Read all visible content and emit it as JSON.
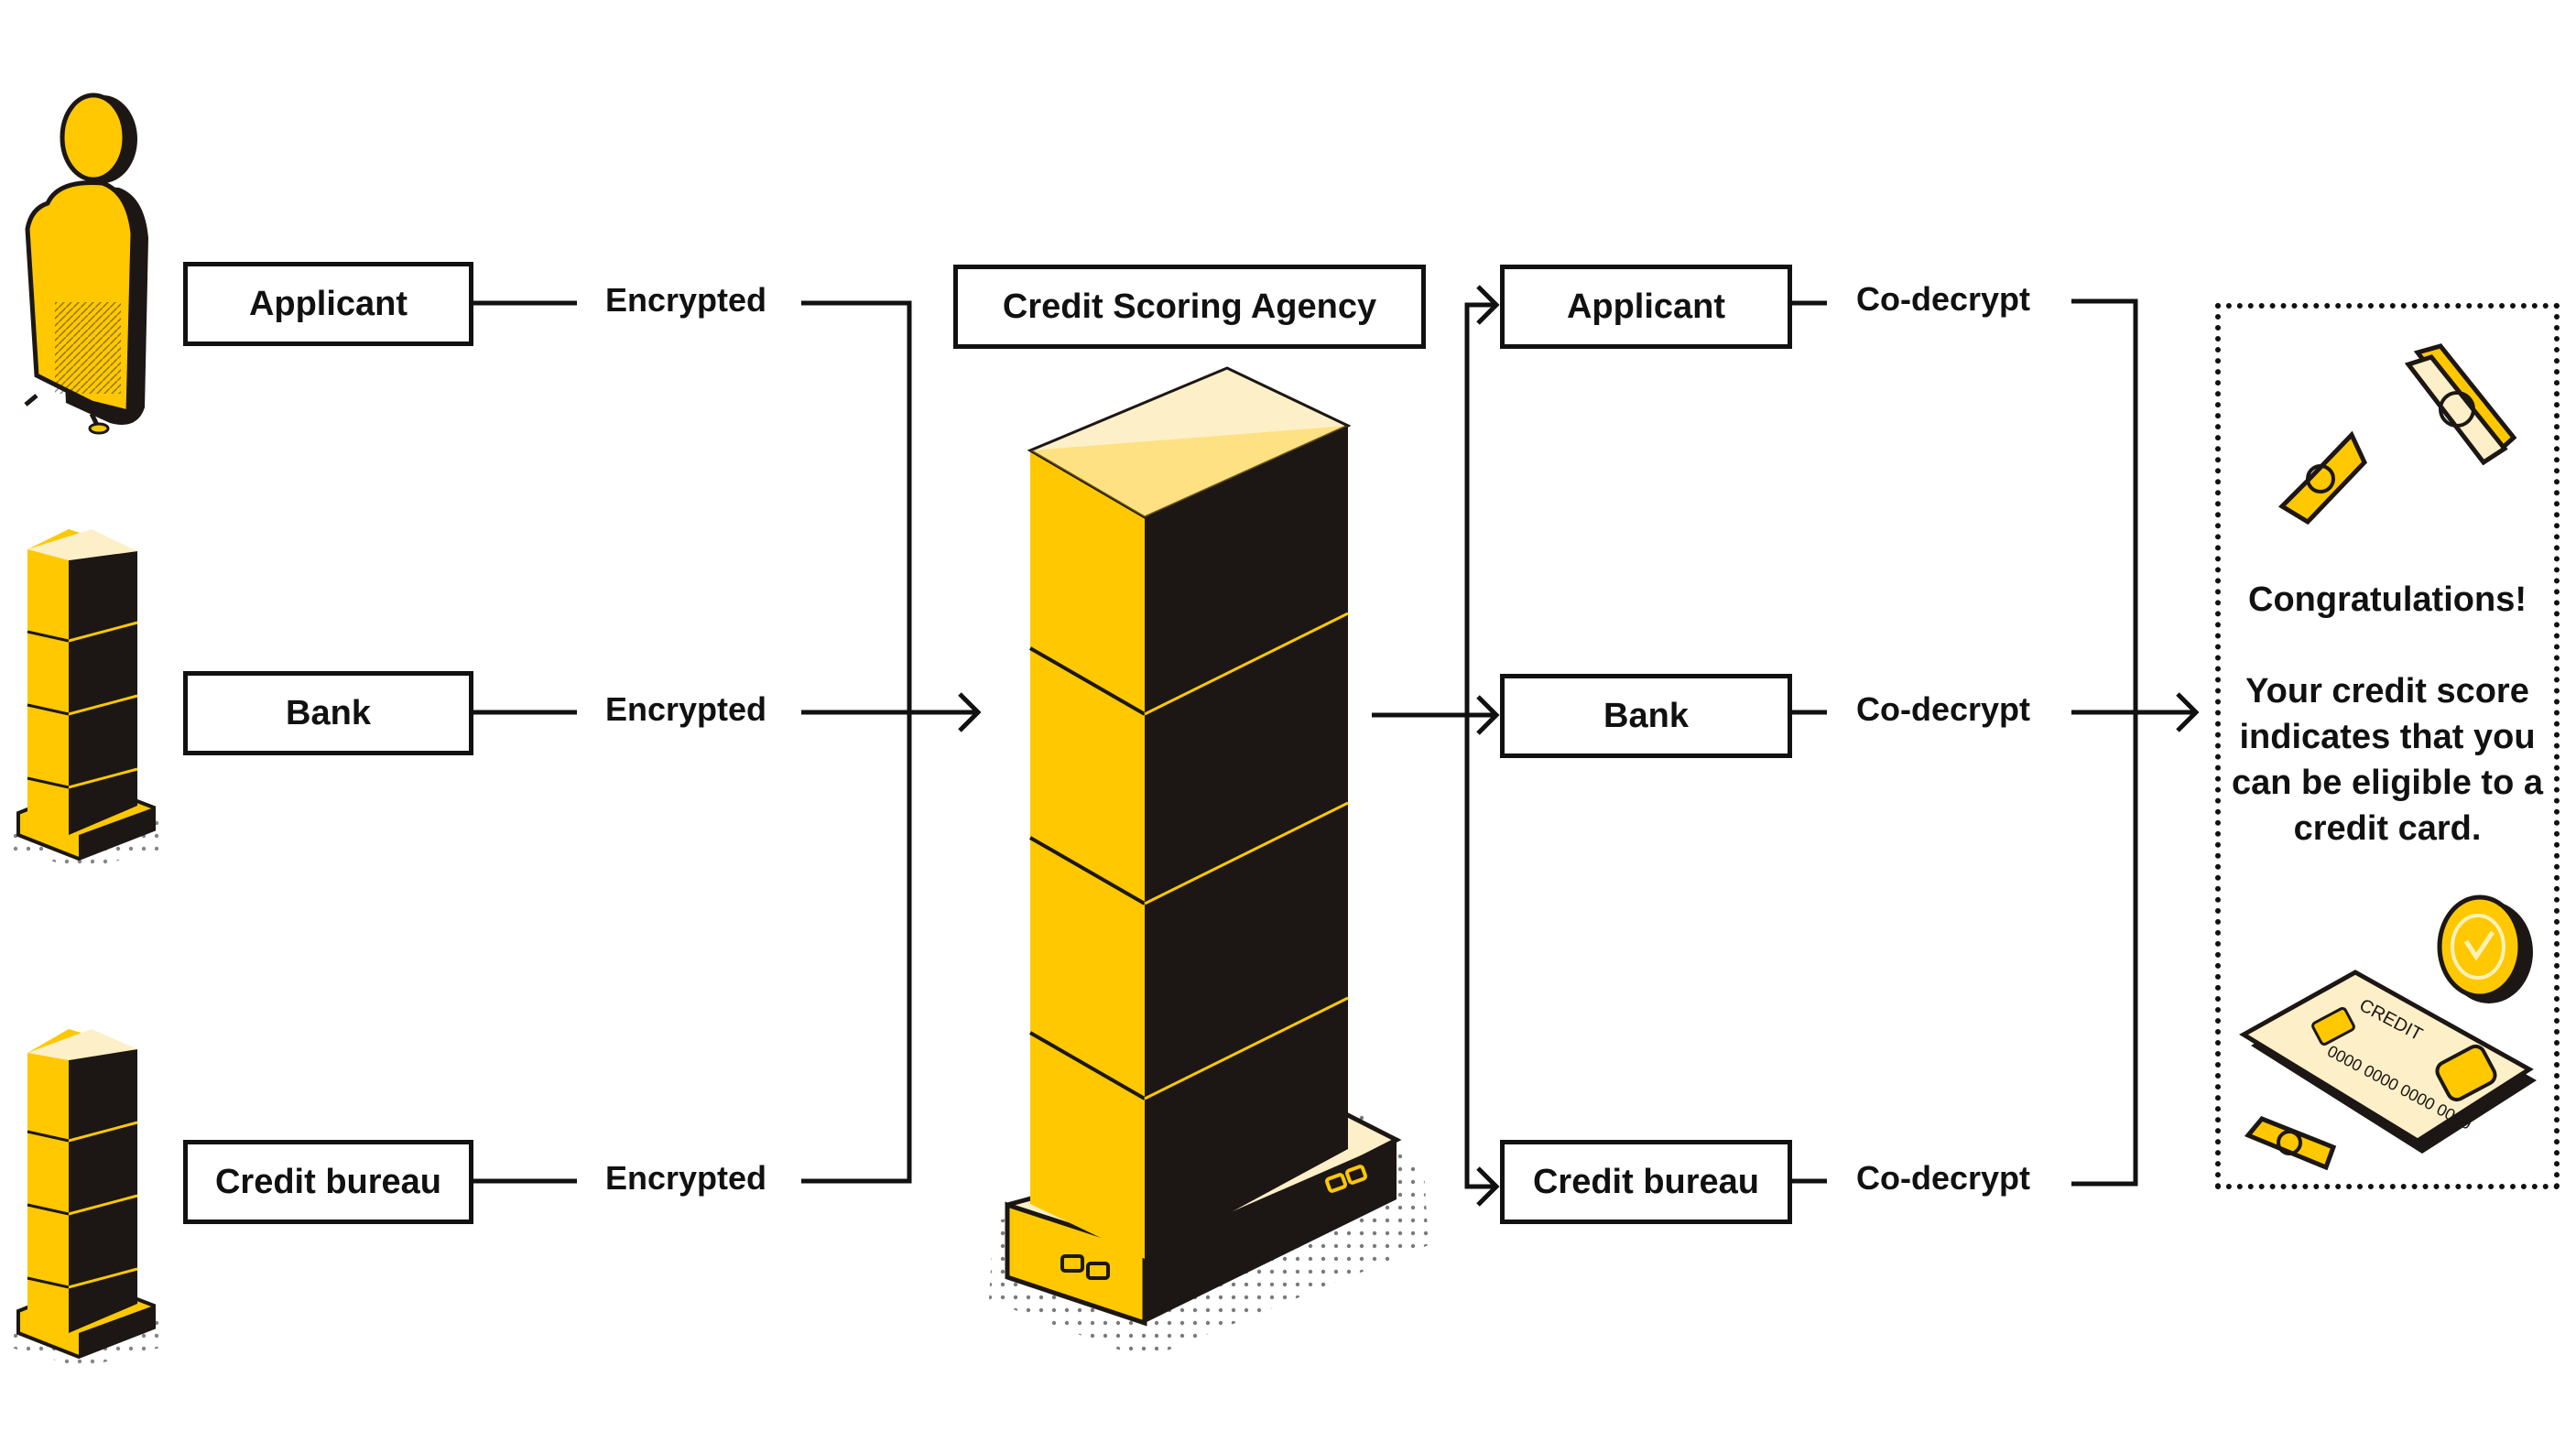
{
  "sources": [
    {
      "label": "Applicant",
      "flow_label": "Encrypted"
    },
    {
      "label": "Bank",
      "flow_label": "Encrypted"
    },
    {
      "label": "Credit bureau",
      "flow_label": "Encrypted"
    }
  ],
  "agency": {
    "label": "Credit Scoring Agency"
  },
  "recipients": [
    {
      "label": "Applicant",
      "flow_label": "Co-decrypt"
    },
    {
      "label": "Bank",
      "flow_label": "Co-decrypt"
    },
    {
      "label": "Credit bureau",
      "flow_label": "Co-decrypt"
    }
  ],
  "result": {
    "heading": "Congratulations!",
    "message_lines": [
      "Your credit score",
      "indicates that you",
      "can be eligible to a",
      "credit card."
    ],
    "card_label": "CREDIT",
    "card_number": "0000 0000 0000 0000"
  },
  "colors": {
    "accent": "#FFC800",
    "dark": "#1C1714",
    "highlight": "#FDEFC8",
    "line": "#111111"
  }
}
